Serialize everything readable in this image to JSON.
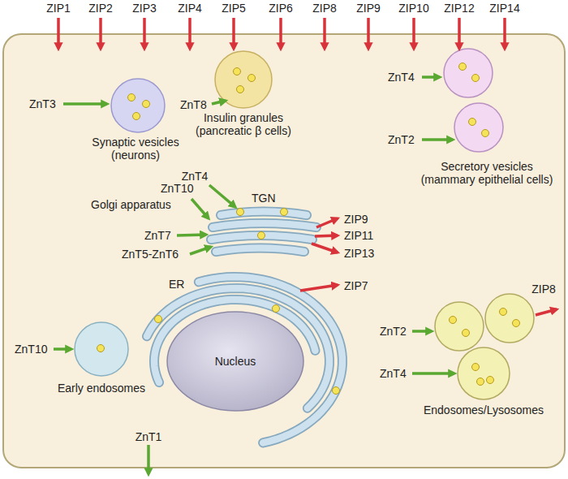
{
  "diagram": {
    "nodes": [
      {
        "text": [
          "Synaptic vesicles (neurons)"
        ]
      },
      {
        "text": [
          "Insulin granules (pancreatic β cells)"
        ]
      },
      {
        "text": [
          "Secretory vesicles (mammary epithelial cells)"
        ]
      },
      {
        "text": [
          "TGN",
          "Golgi apparatus"
        ]
      },
      {
        "text": [
          "ER"
        ]
      },
      {
        "text": [
          "Nucleus"
        ]
      },
      {
        "text": [
          "Early endosomes"
        ]
      },
      {
        "text": [
          "Endosomes/Lysosomes"
        ]
      }
    ],
    "labels": [
      "ZIP1",
      "ZIP2",
      "ZIP3",
      "ZIP4",
      "ZIP5",
      "ZIP6",
      "ZIP8",
      "ZIP9",
      "ZIP10",
      "ZIP12",
      "ZIP14",
      "ZnT3",
      "ZnT8",
      "ZnT4",
      "ZnT2",
      "ZnT4",
      "ZnT10",
      "ZnT7",
      "ZnT5-ZnT6",
      "ZIP9",
      "ZIP11",
      "ZIP13",
      "ZIP7",
      "ZnT10",
      "ZnT2",
      "ZIP8",
      "ZnT4",
      "ZnT1"
    ]
  }
}
